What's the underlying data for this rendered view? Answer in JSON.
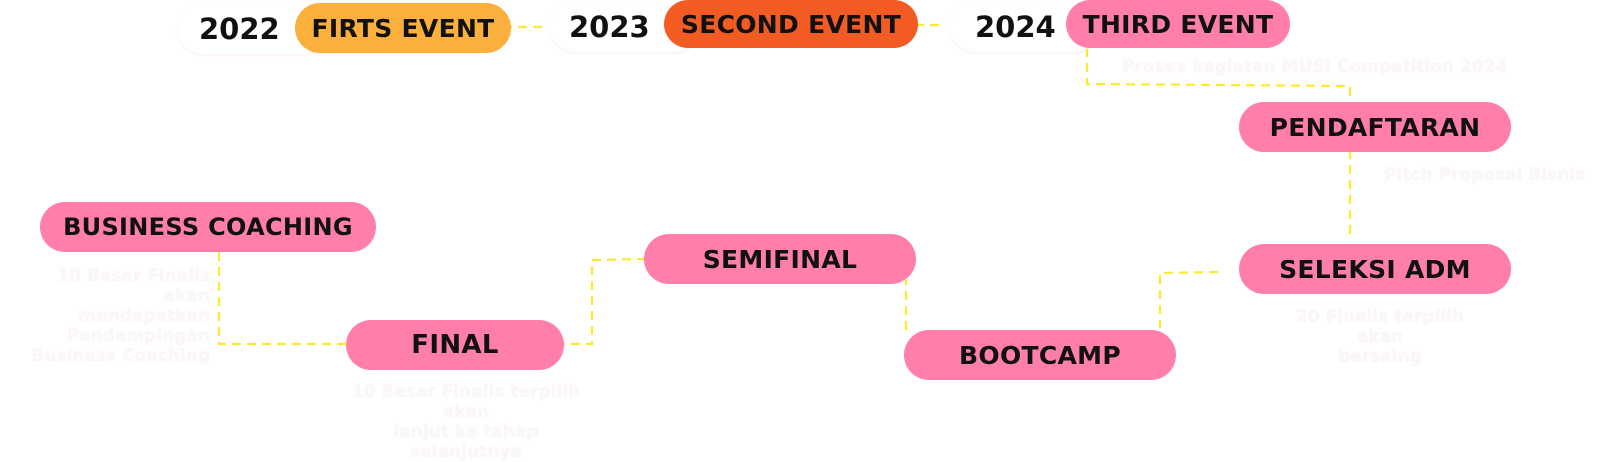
{
  "timeline": {
    "events": [
      {
        "year": "2022",
        "label": "FIRTS EVENT",
        "color": "#fbaf3c"
      },
      {
        "year": "2023",
        "label": "SECOND EVENT",
        "color": "#f25c22"
      },
      {
        "year": "2024",
        "label": "THIRD EVENT",
        "color": "#ff7eaa"
      }
    ],
    "intro_caption": "Proses kegiatan MUSI Competition 2024"
  },
  "stages": {
    "pendaftaran": {
      "label": "PENDAFTARAN",
      "caption": "Pitch Proposal Bisnis"
    },
    "seleksi_adm": {
      "label": "SELEKSI ADM",
      "caption_line1": "20 Finalis terpilih akan",
      "caption_line2": "bersaing"
    },
    "bootcamp": {
      "label": "BOOTCAMP"
    },
    "semifinal": {
      "label": "SEMIFINAL"
    },
    "final": {
      "label": "FINAL",
      "caption_line1": "10 Besar Finalis terpilih akan",
      "caption_line2": "lanjut ke tahap selanjutnya"
    },
    "business_coaching": {
      "label": "BUSINESS COACHING",
      "caption_lines": [
        "10 Besar Finalis akan",
        "mendapatkan",
        "Pendampingan",
        "Business Coaching"
      ]
    }
  },
  "colors": {
    "stage_pill": "#ff7eaa",
    "connector": "#fde92e"
  }
}
